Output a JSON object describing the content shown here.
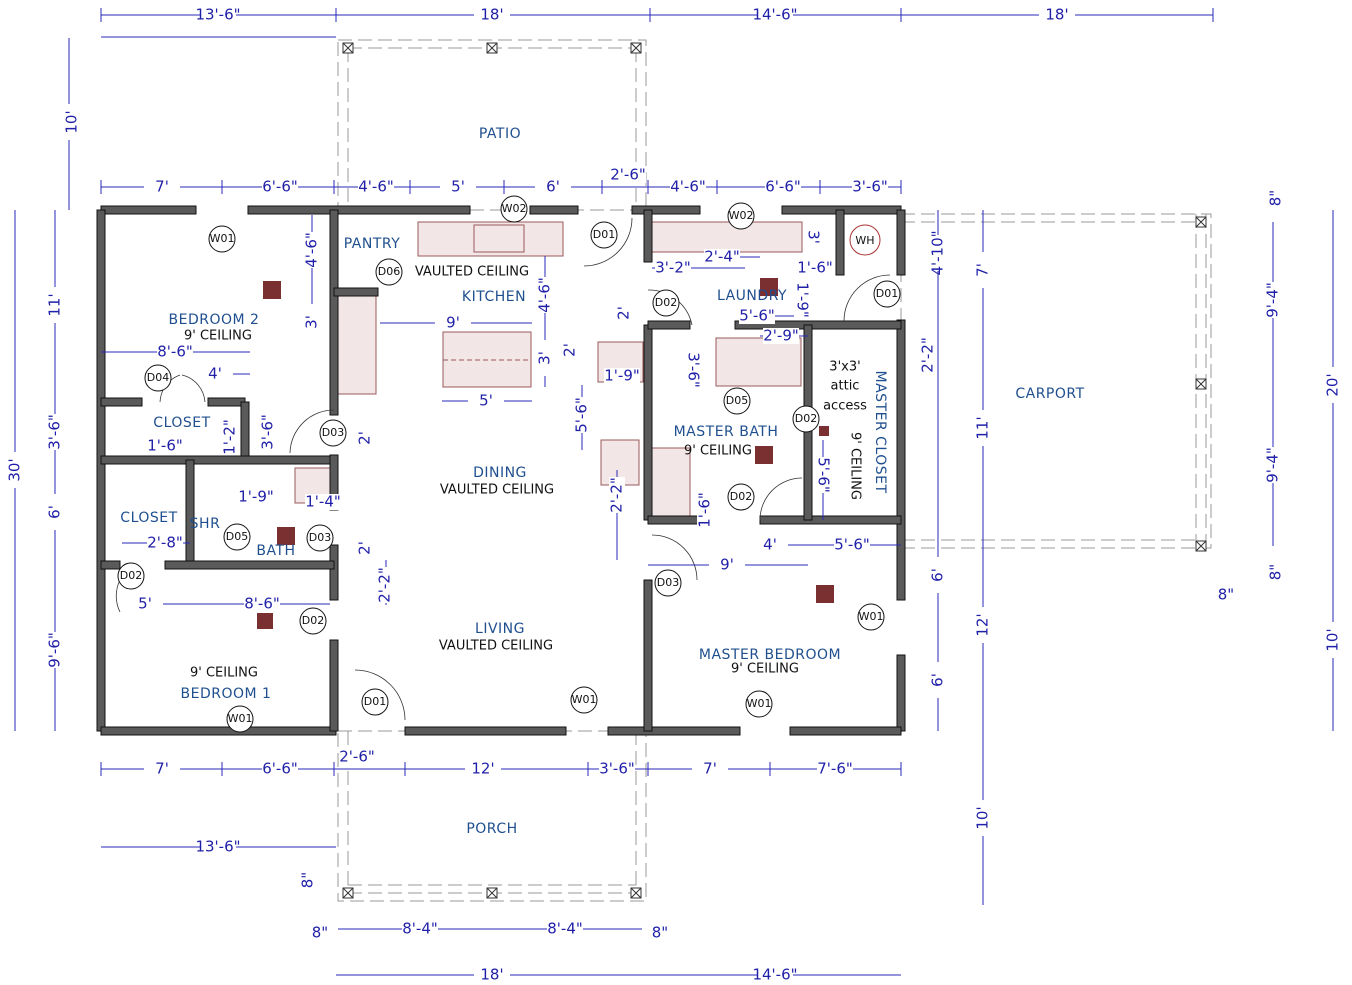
{
  "title": "Floor Plan",
  "colors": {
    "dimension": "#1f1fa8",
    "room_label": "#1f4f8f",
    "wall": "#5a5a5a",
    "marker": "#7a3030"
  },
  "rooms": [
    "PATIO",
    "PANTRY",
    "KITCHEN",
    "BEDROOM 2",
    "CLOSET",
    "CLOSET",
    "SHR",
    "BATH",
    "DINING",
    "LAUNDRY",
    "MASTER BATH",
    "CARPORT",
    "LIVING",
    "MASTER BEDROOM",
    "BEDROOM 1",
    "PORCH",
    "MASTER CLOSET"
  ],
  "notes": [
    "9' CEILING",
    "VAULTED CEILING",
    "VAULTED CEILING",
    "9' CEILING",
    "3'x3'",
    "attic",
    "access",
    "VAULTED CEILING",
    "9' CEILING",
    "9' CEILING",
    "9' CEILING"
  ],
  "tags": [
    "W01",
    "W02",
    "D01",
    "D06",
    "D04",
    "D03",
    "D05",
    "D03",
    "D02",
    "D02",
    "D01",
    "W01",
    "W01",
    "D02",
    "W02",
    "D01",
    "D05",
    "D02",
    "D02",
    "D03",
    "W01",
    "W01",
    "WH"
  ],
  "dims": [
    "13'-6\"",
    "18'",
    "14'-6\"",
    "18'",
    "7'",
    "6'-6\"",
    "4'-6\"",
    "5'",
    "6'",
    "2'-6\"",
    "4'-6\"",
    "6'-6\"",
    "3'-6\"",
    "10'",
    "30'",
    "11'",
    "3'-6\"",
    "6'",
    "9'-6\"",
    "7'",
    "6'-6\"",
    "2'-6\"",
    "12'",
    "3'-6\"",
    "7'",
    "7'-6\"",
    "13'-6\"",
    "8'-4\"",
    "8'-4\"",
    "8\"",
    "8\"",
    "8\"",
    "18'",
    "14'-6\"",
    "4'-10\"",
    "7'",
    "2'-2\"",
    "11'",
    "6'",
    "12'",
    "6'",
    "10'",
    "20'",
    "10'",
    "8\"",
    "9'-4\"",
    "9'-4\"",
    "8\"",
    "8\"",
    "4'-6\"",
    "3'",
    "8'-6\"",
    "4'",
    "1'-6\"",
    "1'-2\"",
    "3'-6\"",
    "1'-9\"",
    "1'-4\"",
    "2'-8\"",
    "2'",
    "2'",
    "2'-2\"",
    "5'",
    "8'-6\"",
    "9'",
    "4'-6\"",
    "3'",
    "5'",
    "2'",
    "2'",
    "1'-9\"",
    "5'-6\"",
    "2'-2\"",
    "3'-2\"",
    "2'-4\"",
    "3'",
    "1'-6\"",
    "5'-6\"",
    "1'-9\"",
    "2'-9\"",
    "3'-6\"",
    "1'-6\"",
    "5'-6\"",
    "4'",
    "5'-6\"",
    "9'"
  ]
}
